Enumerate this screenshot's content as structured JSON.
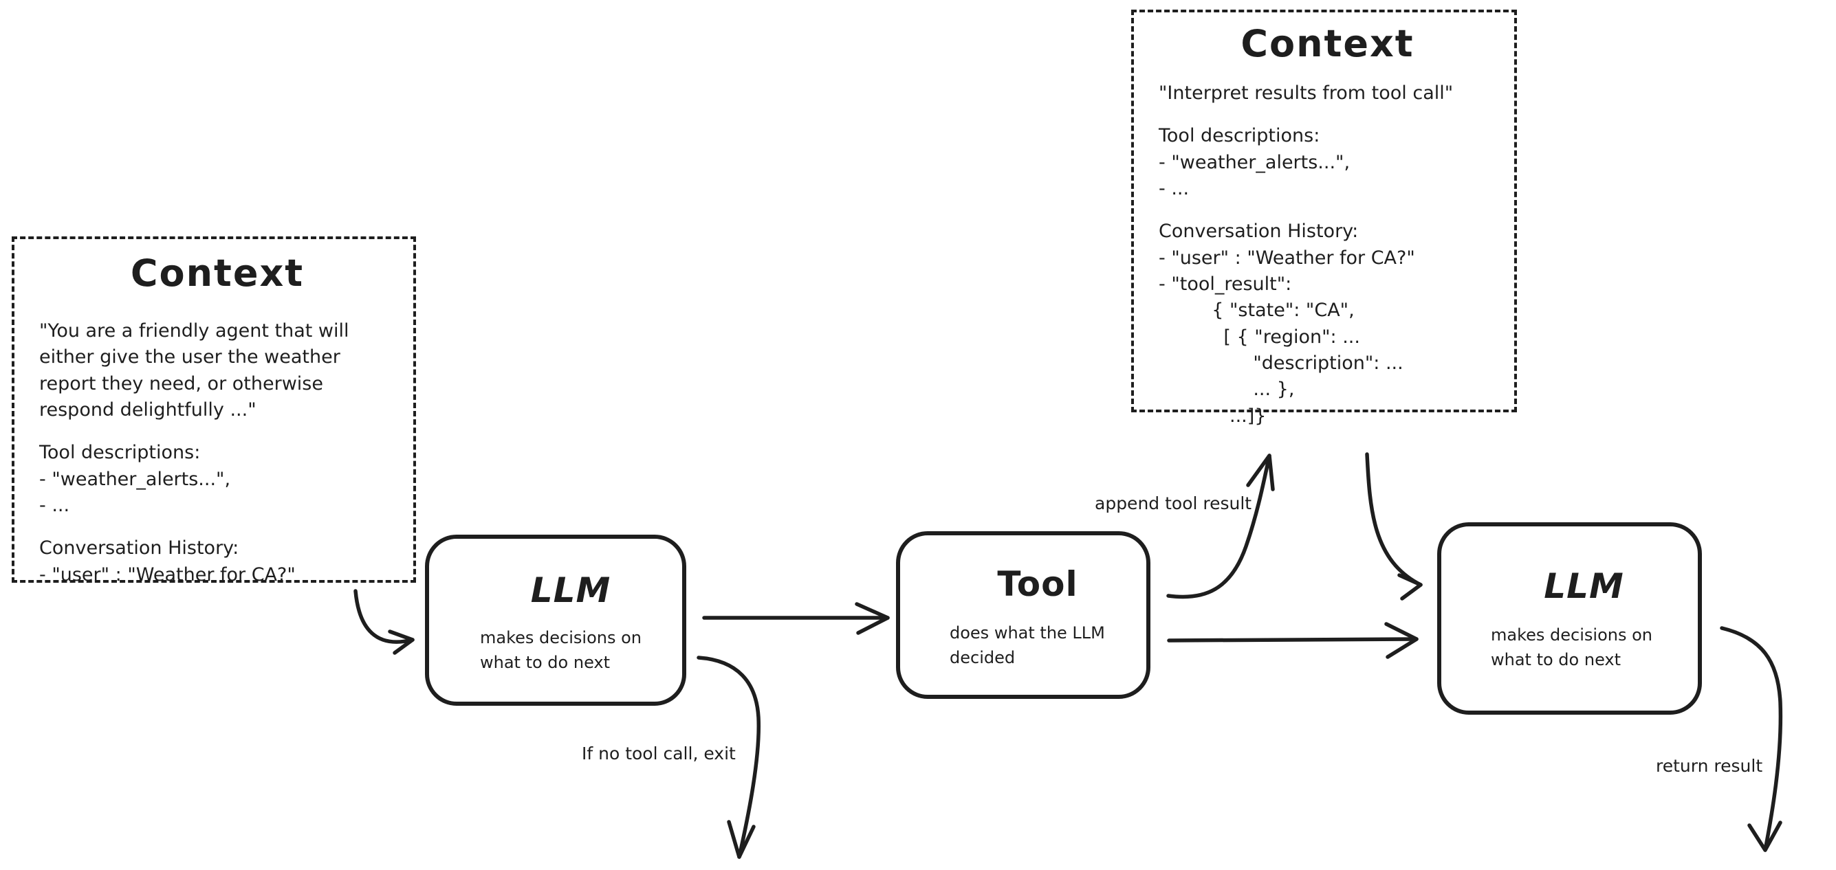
{
  "canvas": {
    "background": "#ffffff",
    "ink": "#1e1e1e"
  },
  "nodes": {
    "context_initial": {
      "title": "Context",
      "lines": [
        "\"You are a friendly agent that will",
        "either give the user the weather",
        "report they need, or otherwise",
        "respond delightfully ...\"",
        "",
        "Tool descriptions:",
        "- \"weather_alerts...\",",
        "- ...",
        "",
        "Conversation History:",
        "- \"user\" : \"Weather for CA?\""
      ]
    },
    "context_with_result": {
      "title": "Context",
      "lines": [
        "\"Interpret results from tool call\"",
        "",
        "Tool descriptions:",
        "- \"weather_alerts...\",",
        "- ...",
        "",
        "Conversation History:",
        "- \"user\" : \"Weather for CA?\"",
        "- \"tool_result\":",
        "         { \"state\": \"CA\",",
        "           [ { \"region\": ...",
        "                \"description\": ...",
        "                ... },",
        "            ...]}"
      ]
    },
    "llm_first": {
      "title": "LLM",
      "lines": [
        "makes decisions on",
        "what to do next"
      ]
    },
    "tool": {
      "title": "Tool",
      "lines": [
        "does what the LLM",
        "decided"
      ]
    },
    "llm_second": {
      "title": "LLM",
      "lines": [
        "makes decisions on",
        "what to do next"
      ]
    }
  },
  "edge_labels": {
    "append_tool_result": "append tool result",
    "no_tool_call_exit": "If no tool call, exit",
    "return_result": "return result"
  }
}
